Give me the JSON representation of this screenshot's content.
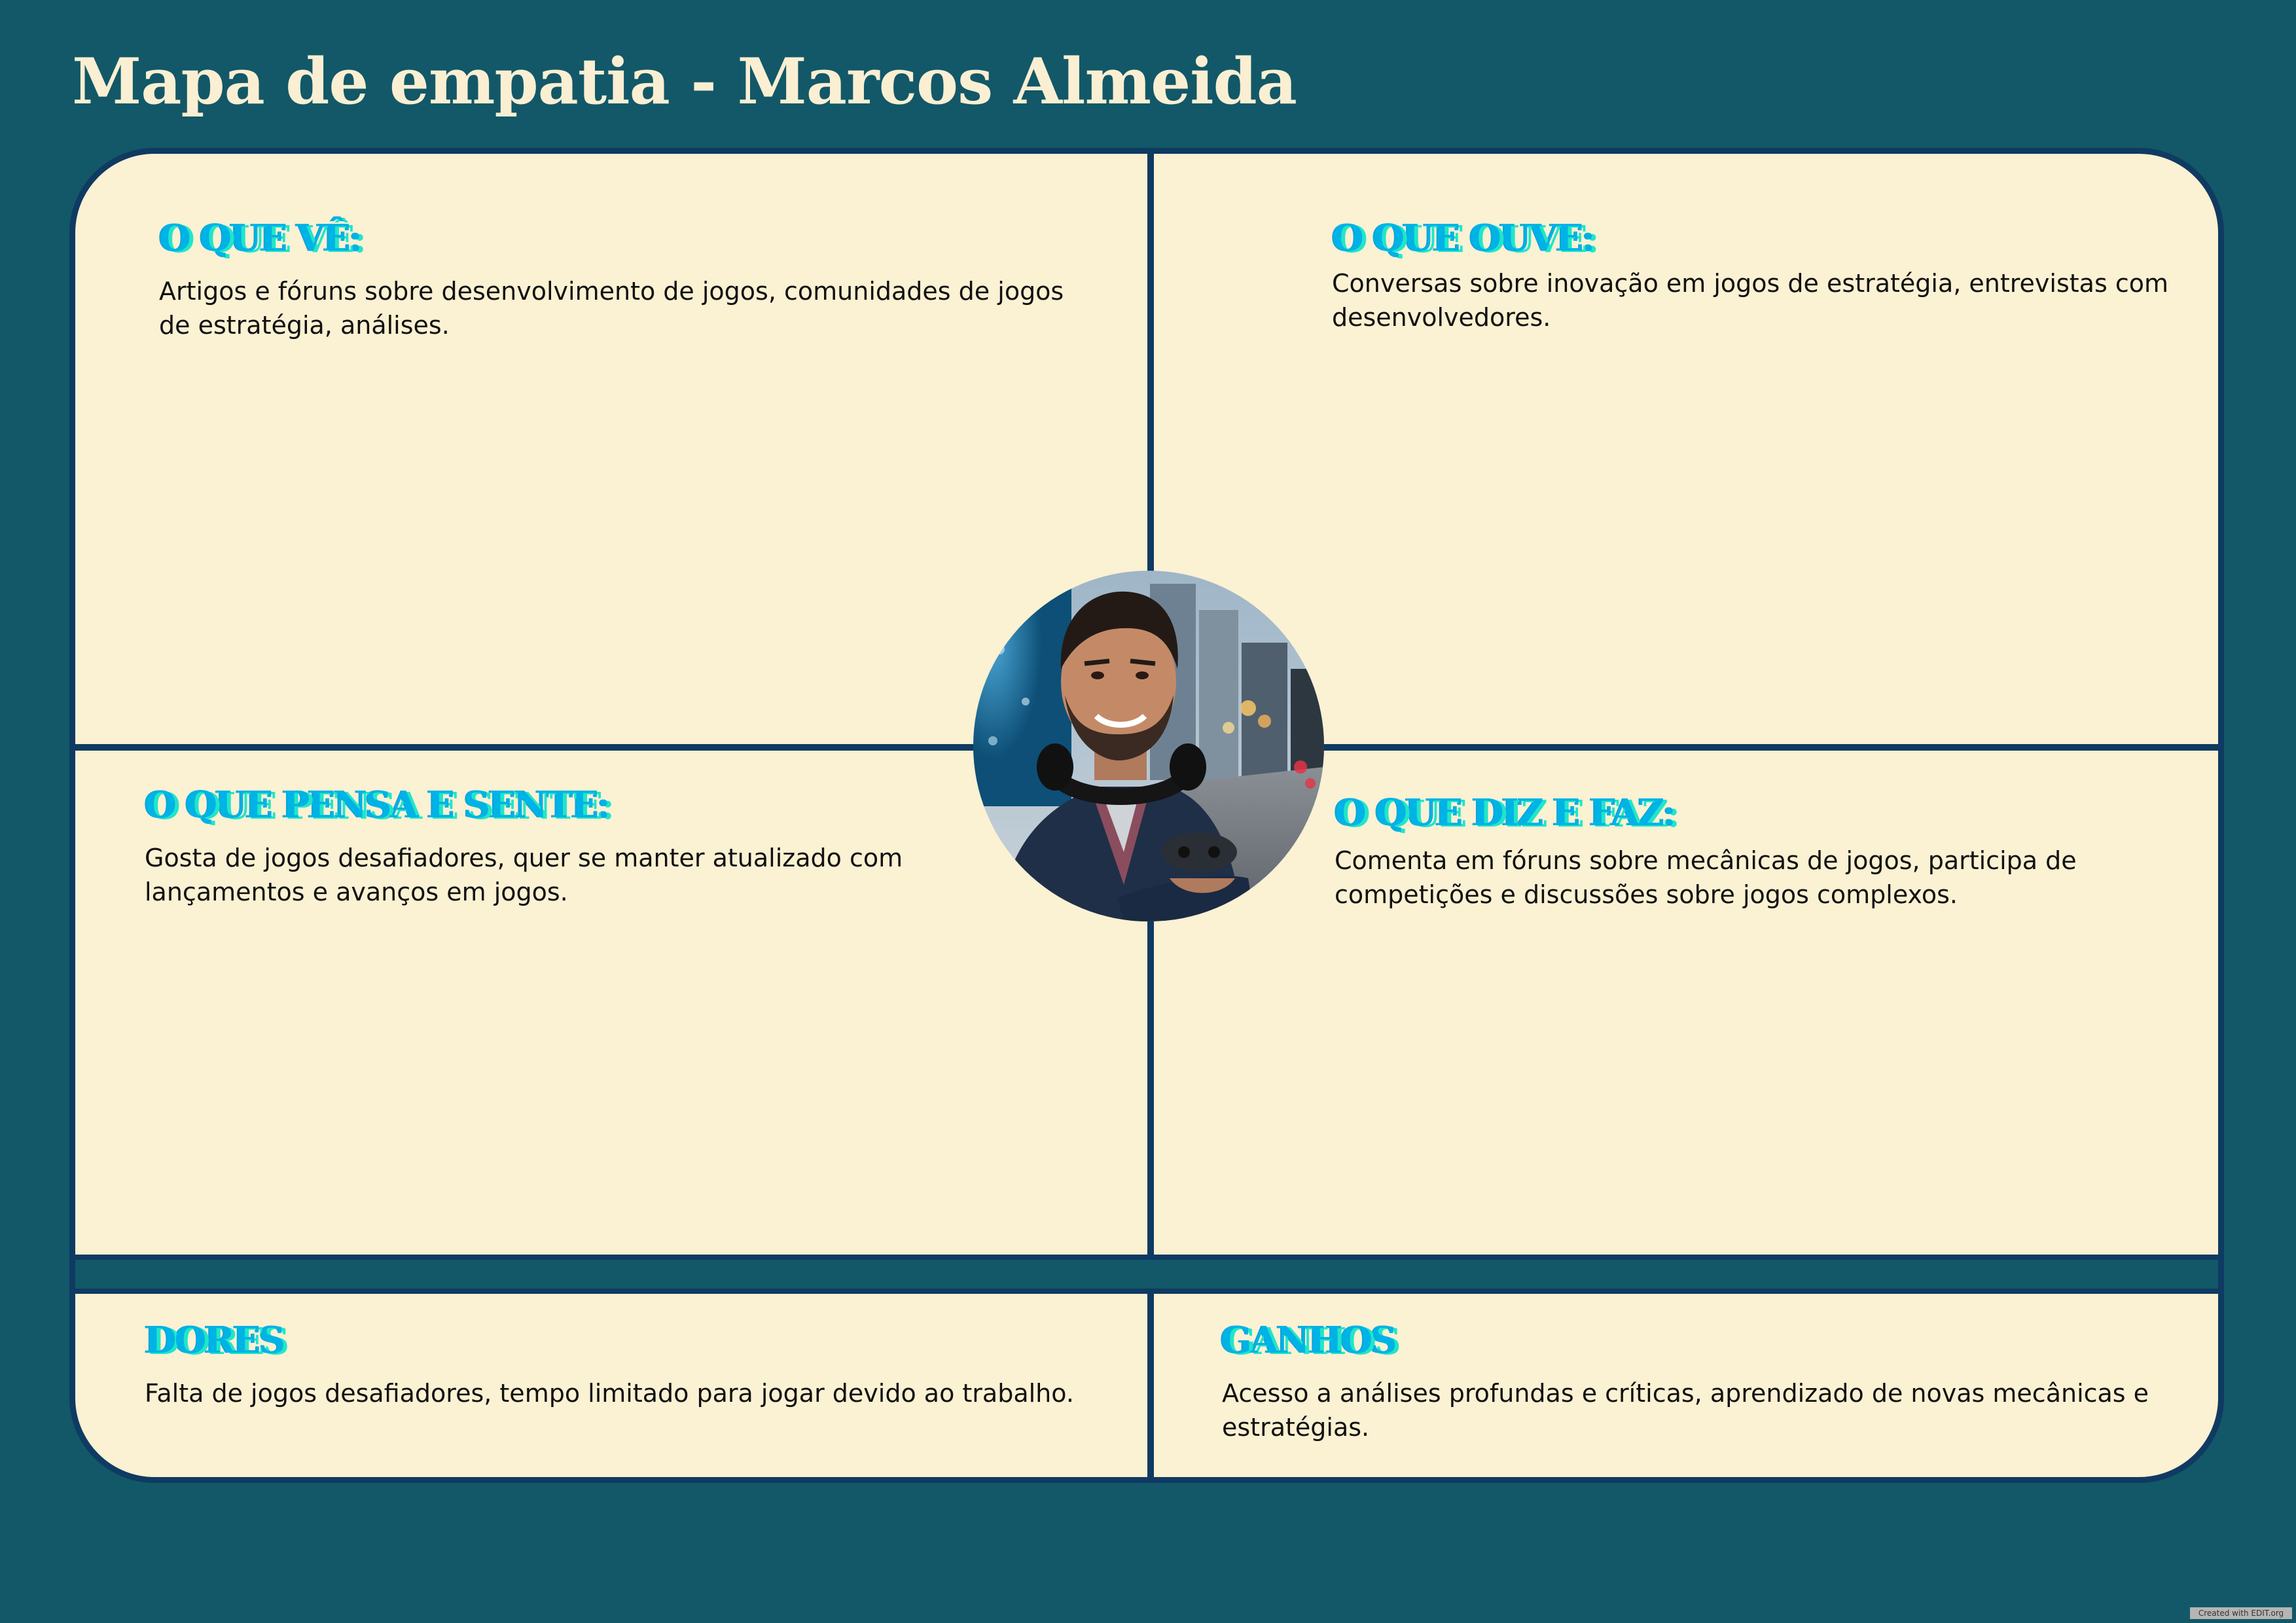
{
  "title": "Mapa de empatia - Marcos Almeida",
  "sections": {
    "ve": {
      "title": "O QUE VÊ:",
      "text": "Artigos e fóruns sobre desenvolvimento de jogos, comunidades de jogos de estratégia, análises."
    },
    "ouve": {
      "title": "O QUE OUVE:",
      "text": "Conversas sobre inovação em jogos de estratégia, entrevistas com desenvolvedores."
    },
    "pensa": {
      "title": "O QUE PENSA E SENTE:",
      "text": "Gosta de jogos desafiadores, quer se manter atualizado com lançamentos e avanços em jogos."
    },
    "diz": {
      "title": "O QUE DIZ E FAZ:",
      "text": "Comenta em fóruns sobre mecânicas de jogos, participa de competições e discussões sobre jogos complexos."
    },
    "dores": {
      "title": "DORES",
      "text": "Falta de jogos desafiadores, tempo limitado para jogar devido ao trabalho."
    },
    "ganhos": {
      "title": "GANHOS",
      "text": "Acesso a análises profundas e críticas, aprendizado de novas mecânicas e estratégias."
    }
  },
  "colors": {
    "background": "#125868",
    "panel": "#fbf1d3",
    "border": "#0f3a62",
    "heading": "#00b3e6",
    "heading_shadow": "#20e6c8"
  },
  "credit": "Created with EDIT.org"
}
